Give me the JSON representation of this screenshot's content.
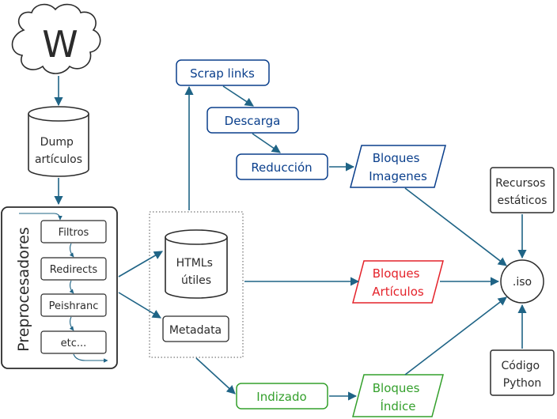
{
  "nodes": {
    "wiki_logo": "W",
    "dump": [
      "Dump",
      "artículos"
    ],
    "preprocessors_title": "Preprocesadores",
    "filters": "Filtros",
    "redirects": "Redirects",
    "peishranc": "Peishranc",
    "etc": "etc...",
    "htmls": [
      "HTMLs",
      "útiles"
    ],
    "metadata": "Metadata",
    "scrap": "Scrap links",
    "descarga": "Descarga",
    "reduccion": "Reducción",
    "bloques_imagenes": [
      "Bloques",
      "Imagenes"
    ],
    "bloques_articulos": [
      "Bloques",
      "Artículos"
    ],
    "indizado": "Indizado",
    "bloques_indice": [
      "Bloques",
      "Índice"
    ],
    "recursos": [
      "Recursos",
      "estáticos"
    ],
    "iso": ".iso",
    "codigo": [
      "Código",
      "Python"
    ]
  },
  "colors": {
    "edge": "#1f6486",
    "neutral": "#2b2b2b",
    "blue": "#0a3f8c",
    "red": "#e4222a",
    "green": "#34a02c"
  }
}
